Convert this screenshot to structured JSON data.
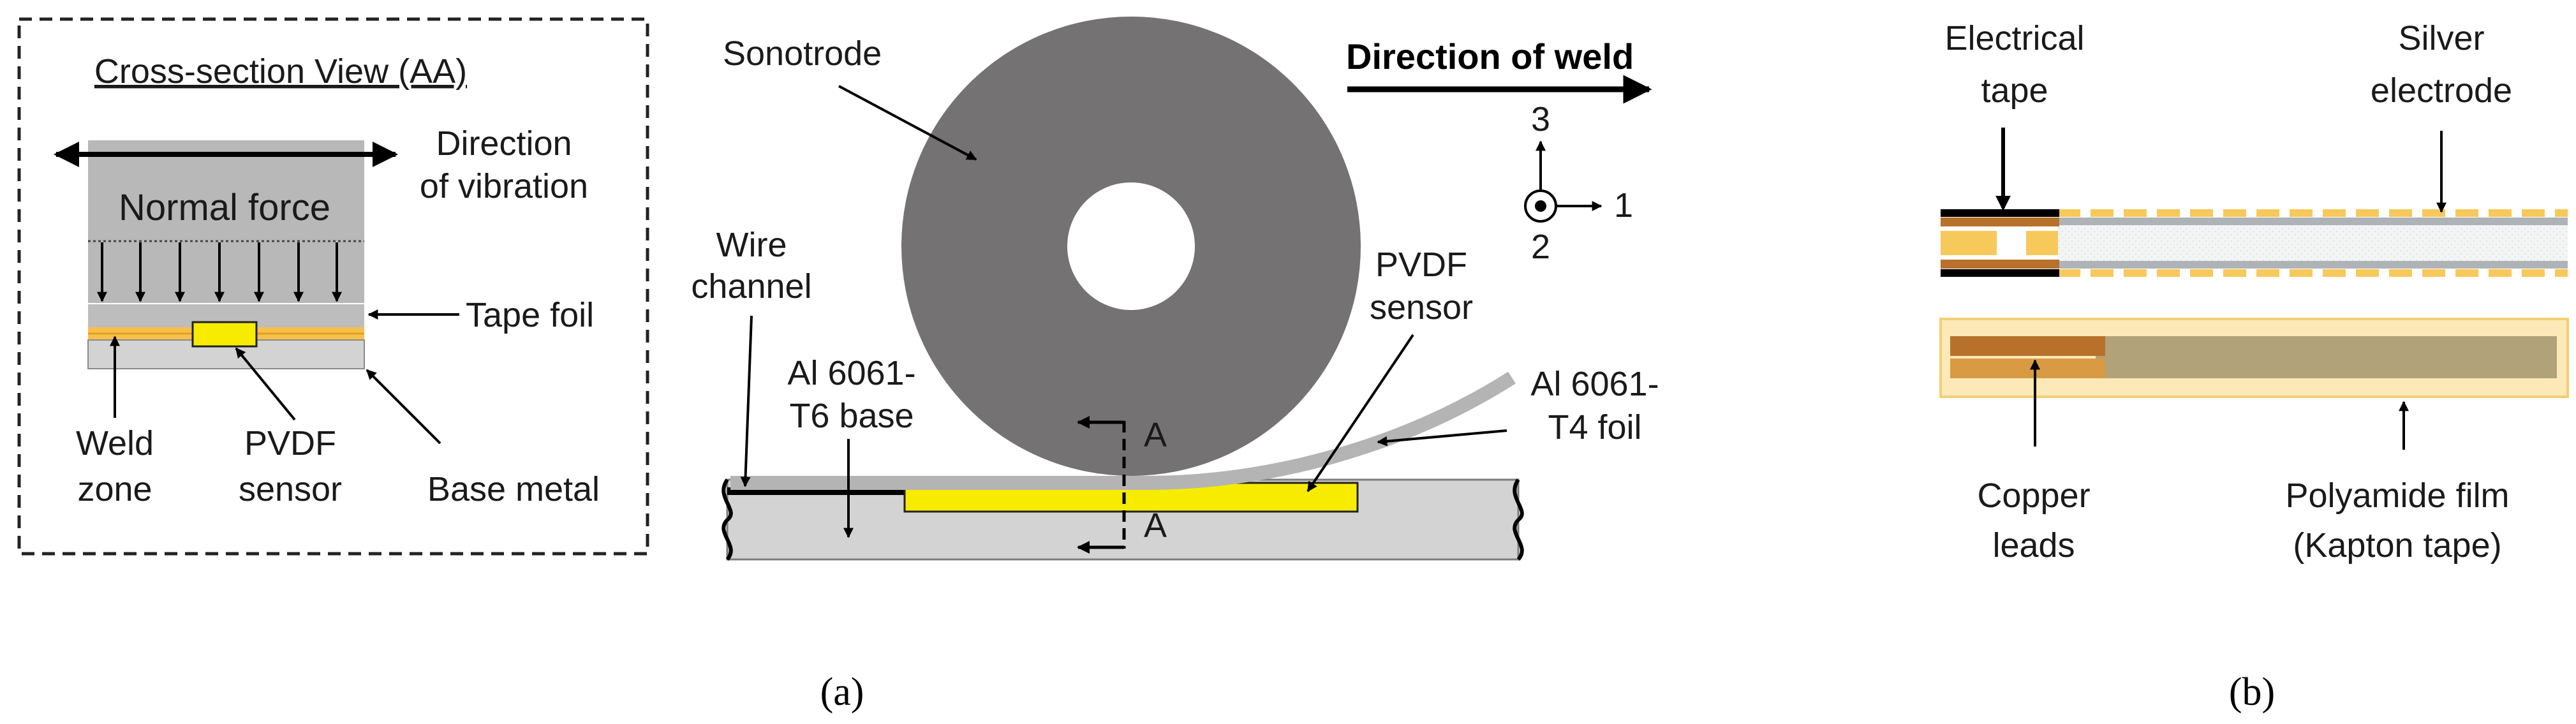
{
  "panel_a": {
    "inset": {
      "title": "Cross-section View (AA)",
      "direction_of_vibration": [
        "Direction",
        "of vibration"
      ],
      "normal_force": "Normal force",
      "tape_foil": "Tape foil",
      "weld_zone": [
        "Weld",
        "zone"
      ],
      "pvdf_sensor": [
        "PVDF",
        "sensor"
      ],
      "base_metal": "Base metal"
    },
    "sonotrode": "Sonotrode",
    "direction_of_weld": "Direction of weld",
    "axes": {
      "axis1": "1",
      "axis2": "2",
      "axis3": "3"
    },
    "wire_channel": [
      "Wire",
      "channel"
    ],
    "al_base": [
      "Al 6061-",
      "T6 base"
    ],
    "pvdf_sensor": [
      "PVDF",
      "sensor"
    ],
    "al_foil": [
      "Al 6061-",
      "T4 foil"
    ],
    "section_marker": "A",
    "caption": "(a)"
  },
  "panel_b": {
    "electrical_tape": [
      "Electrical",
      "tape"
    ],
    "silver_electrode": [
      "Silver",
      "electrode"
    ],
    "copper_leads": [
      "Copper",
      "leads"
    ],
    "polyamide_film": [
      "Polyamide film",
      "(Kapton tape)"
    ],
    "caption": "(b)"
  },
  "colors": {
    "sonotrode": "#747272",
    "pvdf": "#f7ec00",
    "foil": "#b4b4b4",
    "base": "#d2d2d2",
    "kapton": "#fde9b8",
    "copper": "#b7712b",
    "tape_yellow": "#f7c95a",
    "electrode": "#aeb3b8"
  }
}
